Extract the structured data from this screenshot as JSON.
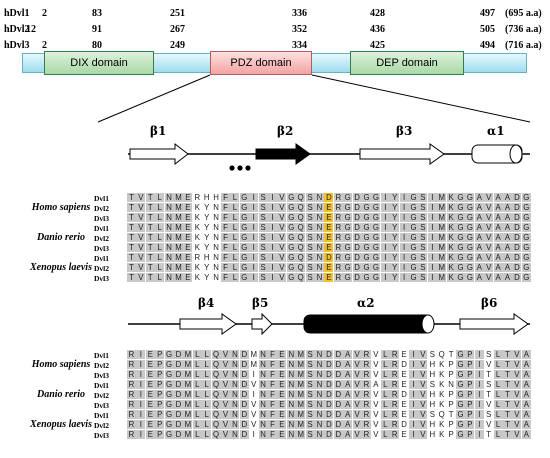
{
  "proteins": [
    {
      "name": "hDvl1",
      "positions": [
        "2",
        "83",
        "251",
        "336",
        "428",
        "497"
      ],
      "length": "(695 a.a)"
    },
    {
      "name": "hDvl2",
      "positions": [
        "12",
        "91",
        "267",
        "352",
        "436",
        "505"
      ],
      "length": "(736 a.a)"
    },
    {
      "name": "hDvl3",
      "positions": [
        "2",
        "80",
        "249",
        "334",
        "425",
        "494"
      ],
      "length": "(716 a.a)"
    }
  ],
  "domains": {
    "dix": "DIX domain",
    "pdz": "PDZ domain",
    "dep": "DEP domain"
  },
  "ss_top": {
    "b1": "β1",
    "b2": "β2",
    "b3": "β3",
    "a1": "α1"
  },
  "ss_bottom": {
    "b4": "β4",
    "b5": "β5",
    "a2": "α2",
    "b6": "β6"
  },
  "species": [
    "Homo sapiens",
    "Danio rerio",
    "Xenopus laevis"
  ],
  "dvl_labels": [
    "Dvl1",
    "Dvl2",
    "Dvl3"
  ],
  "alignment_top": [
    "TVTLNMERHHFLGISIVGQSNDRGDGGIYIGSIMKGGAVAADG",
    "TVTLNMEKYNFLGISIVGQSNERGDGGIYIGSIMKGGAVAADG",
    "TVTLNMEKYNFLGISIVGQSNERGDGGIYIGSIMKGGAVAADG",
    "TVTLNMEKYNFLGISIVGQSNERGDGGIYIGSIMKGGAVAADG",
    "TVTLNMEKYNFLGISIVGQSNERGDGGIYIGSIMKGGAVAADG",
    "TVTLNMEKYNFLGISIVGQSNERGDGGIYIGSIMKGGAVAADG",
    "TVTLNMERHNFLGISIVGQSNDRGDGGIYIGSIMKGGAVAADG",
    "TVTLNMEKYNFLGISIVGQSNERGDGGIYIGSIMKGGAVAADG",
    "TVTLNMEKYNFLGISIVGQSNERGDGGIYIGSIMKGGAVAADG"
  ],
  "alignment_bottom": [
    "RIEPGDMLLQVNDMNFENMSNDDAVRVLREIVSQTGPISLTVA",
    "RIEPGDMLLQVNDMNFENMSNDDAVRVLRDIVHKPGPIVLTVA",
    "RIEPGDMLLQVNDINFENMSNDDAVRVLREIVHKPGPITLTVA",
    "RIEPGDMLLQVNDVNFENMSNDDAVRALREIVSKNGPISLTVA",
    "RIEPGDMLLQVNDINFENMSNDDAVRVLRDIVHKPGPITLTVA",
    "RIEPGDMLLQVNDVNFENMSNDDAVRVLREIVHKPGPIVLTVA",
    "RIEPGDMLLQVNDVNFENMSNDDAVRVLREIVSQTGPISLTVA",
    "RIEPGDMLLQVNDVNFENMSNDDAVRVLRDIVHKPGPIVLTVA",
    "RIEPGDMLLQVNDINFENMSNDDAVRVLREIVHKPGPITLTVA"
  ],
  "colors": {
    "conserved": "#c8c8c8",
    "highlight": "#f2c02e",
    "bar": "#bfe9f5",
    "domain_green": "#a9d9a6",
    "domain_pink": "#f3a3a3"
  }
}
